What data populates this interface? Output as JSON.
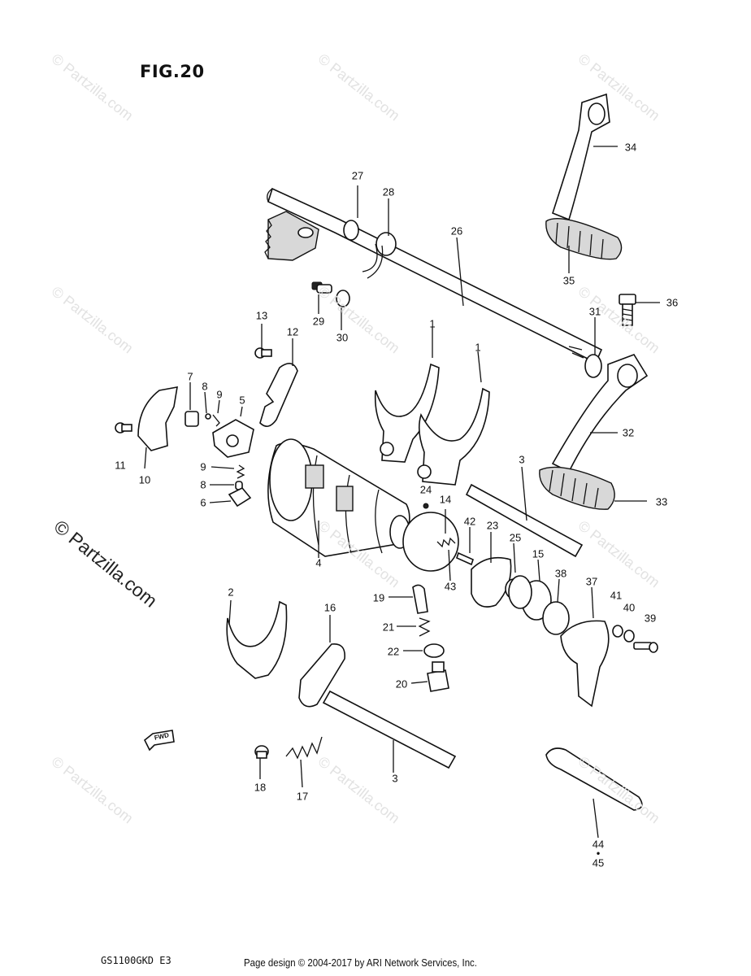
{
  "figure": {
    "title": "FIG.20",
    "model_code": "GS1100GKD E3",
    "credit": "Page design © 2004-2017 by ARI Network Services, Inc.",
    "watermark": "© Partzilla.com"
  },
  "fwd_marker": "FWD",
  "callouts": [
    {
      "id": "c34",
      "label": "34"
    },
    {
      "id": "c27",
      "label": "27"
    },
    {
      "id": "c28",
      "label": "28"
    },
    {
      "id": "c26",
      "label": "26"
    },
    {
      "id": "c35",
      "label": "35"
    },
    {
      "id": "c36",
      "label": "36"
    },
    {
      "id": "c31",
      "label": "31"
    },
    {
      "id": "c29",
      "label": "29"
    },
    {
      "id": "c30",
      "label": "30"
    },
    {
      "id": "c13",
      "label": "13"
    },
    {
      "id": "c12",
      "label": "12"
    },
    {
      "id": "c1a",
      "label": "1"
    },
    {
      "id": "c1b",
      "label": "1"
    },
    {
      "id": "c32",
      "label": "32"
    },
    {
      "id": "c7",
      "label": "7"
    },
    {
      "id": "c8a",
      "label": "8"
    },
    {
      "id": "c9a",
      "label": "9"
    },
    {
      "id": "c5",
      "label": "5"
    },
    {
      "id": "c11",
      "label": "11"
    },
    {
      "id": "c10",
      "label": "10"
    },
    {
      "id": "c9b",
      "label": "9"
    },
    {
      "id": "c8b",
      "label": "8"
    },
    {
      "id": "c6",
      "label": "6"
    },
    {
      "id": "c3a",
      "label": "3"
    },
    {
      "id": "c33",
      "label": "33"
    },
    {
      "id": "c24",
      "label": "24"
    },
    {
      "id": "c14",
      "label": "14"
    },
    {
      "id": "c42",
      "label": "42"
    },
    {
      "id": "c23",
      "label": "23"
    },
    {
      "id": "c25",
      "label": "25"
    },
    {
      "id": "c15",
      "label": "15"
    },
    {
      "id": "c4",
      "label": "4"
    },
    {
      "id": "c43",
      "label": "43"
    },
    {
      "id": "c38",
      "label": "38"
    },
    {
      "id": "c37",
      "label": "37"
    },
    {
      "id": "c41",
      "label": "41"
    },
    {
      "id": "c40",
      "label": "40"
    },
    {
      "id": "c39",
      "label": "39"
    },
    {
      "id": "c2",
      "label": "2"
    },
    {
      "id": "c16",
      "label": "16"
    },
    {
      "id": "c19",
      "label": "19"
    },
    {
      "id": "c21",
      "label": "21"
    },
    {
      "id": "c22",
      "label": "22"
    },
    {
      "id": "c20",
      "label": "20"
    },
    {
      "id": "c3b",
      "label": "3"
    },
    {
      "id": "c18",
      "label": "18"
    },
    {
      "id": "c17",
      "label": "17"
    },
    {
      "id": "c44",
      "label": "44"
    },
    {
      "id": "c45",
      "label": "45"
    }
  ]
}
